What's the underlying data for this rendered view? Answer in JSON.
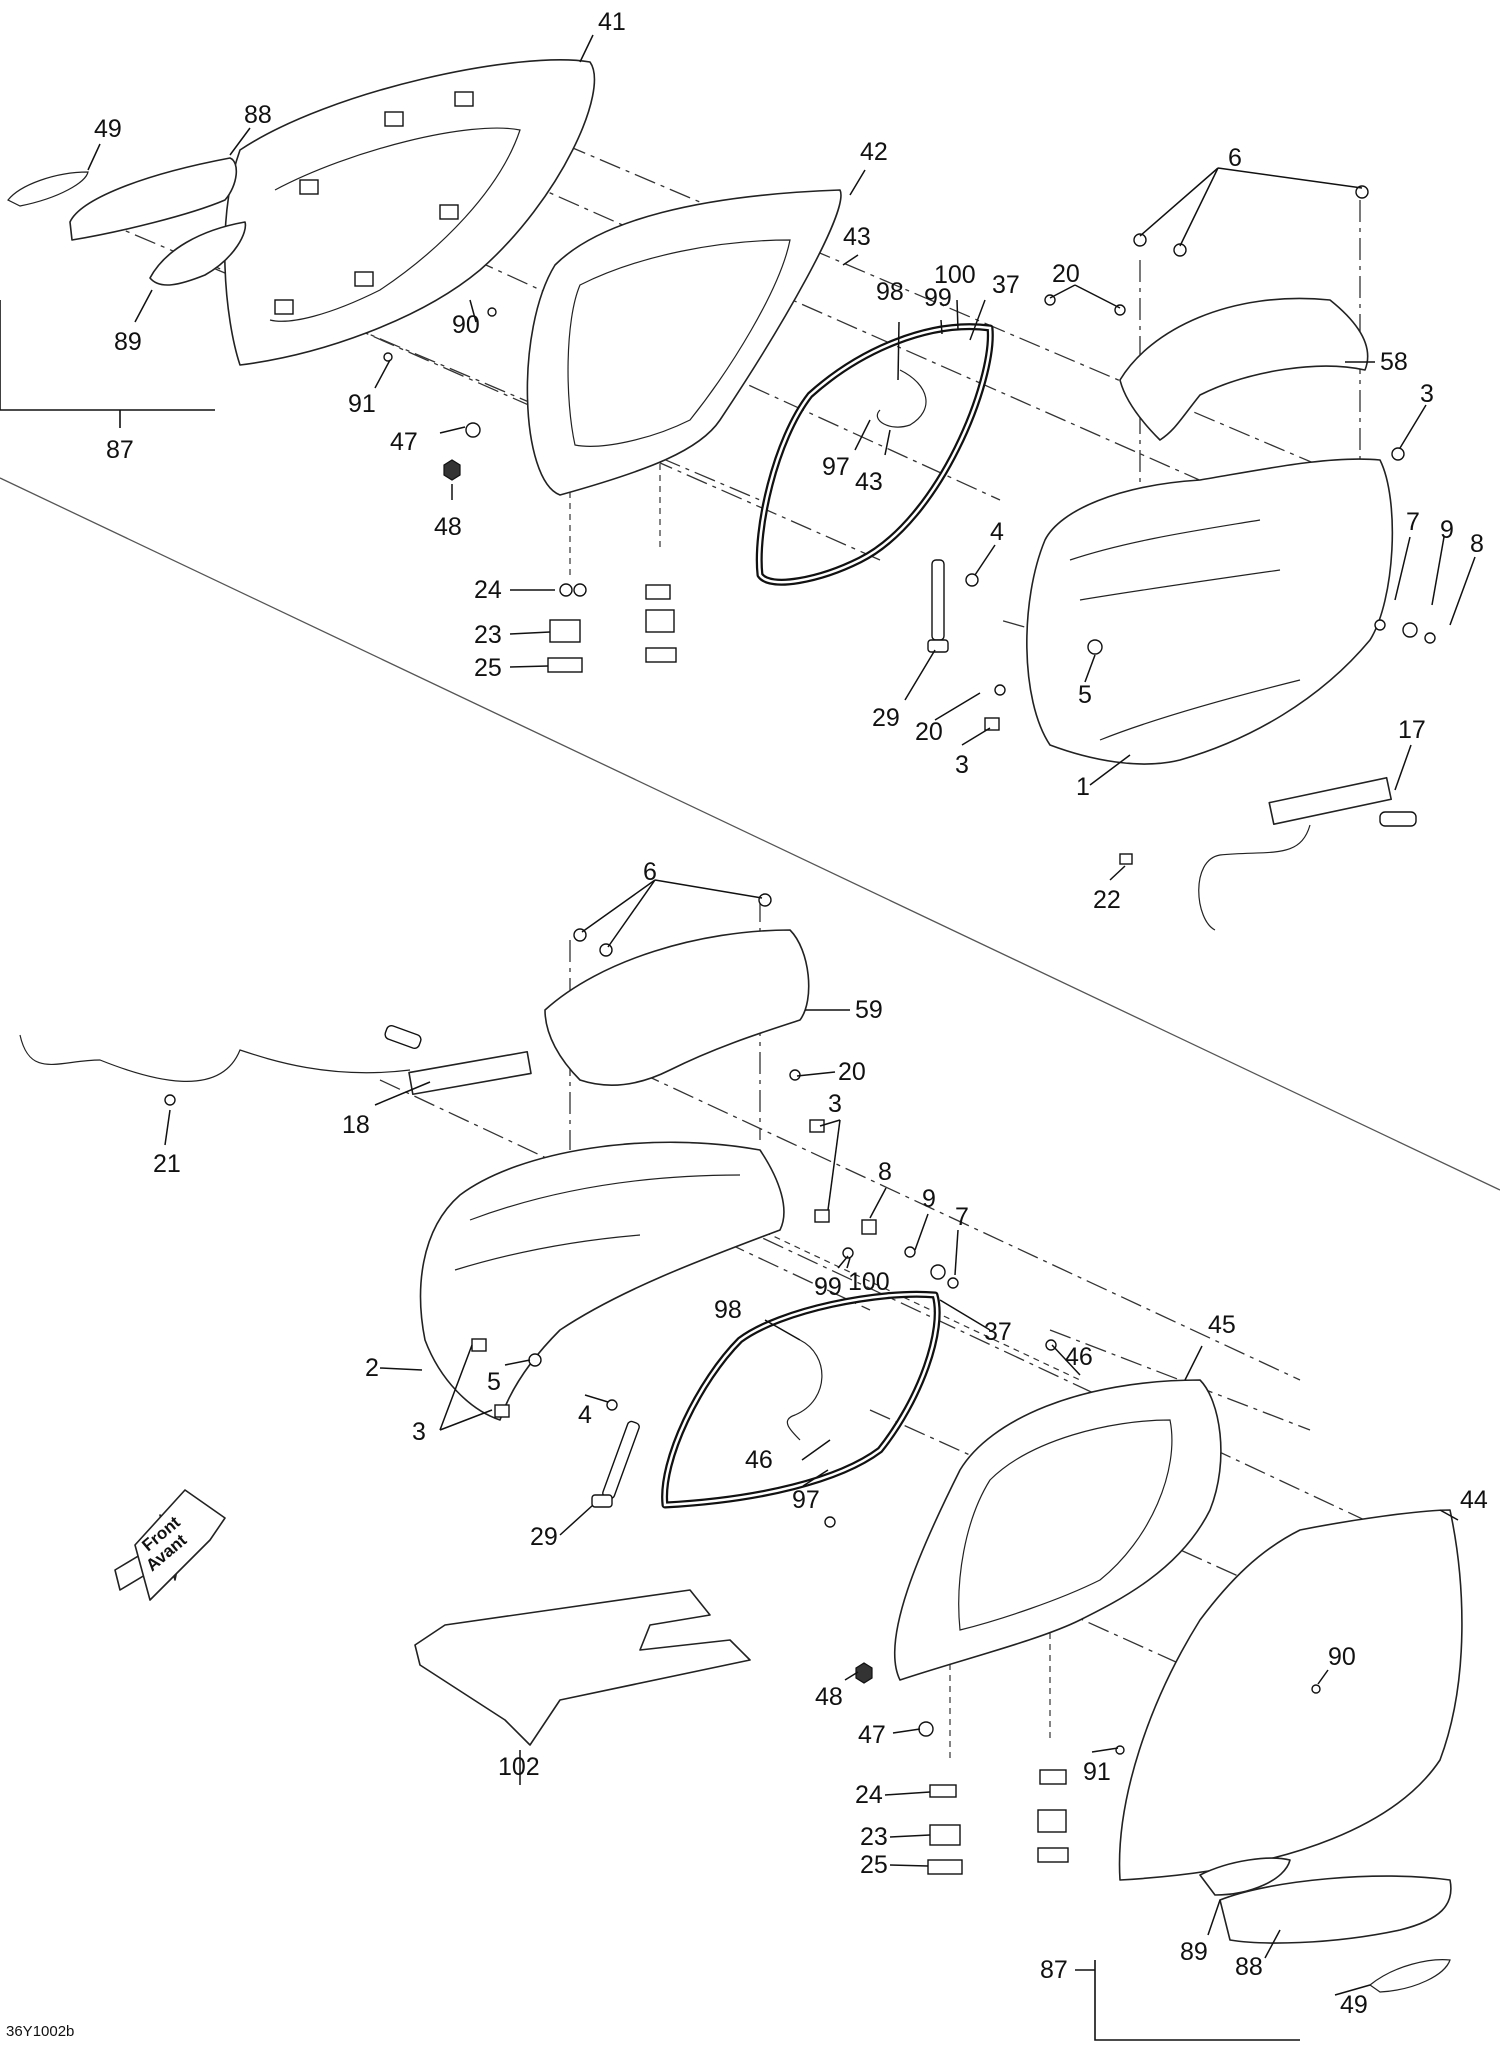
{
  "drawing_code": "36Y1002b",
  "front_arrow": {
    "line1": "Front",
    "line2": "Avant"
  },
  "callouts": {
    "top": [
      {
        "id": "t41",
        "text": "41"
      },
      {
        "id": "t49",
        "text": "49"
      },
      {
        "id": "t88",
        "text": "88"
      },
      {
        "id": "t89",
        "text": "89"
      },
      {
        "id": "t90",
        "text": "90"
      },
      {
        "id": "t91",
        "text": "91"
      },
      {
        "id": "t87",
        "text": "87"
      },
      {
        "id": "t42",
        "text": "42"
      },
      {
        "id": "t43a",
        "text": "43"
      },
      {
        "id": "t98",
        "text": "98"
      },
      {
        "id": "t100",
        "text": "100"
      },
      {
        "id": "t99",
        "text": "99"
      },
      {
        "id": "t37",
        "text": "37"
      },
      {
        "id": "t97",
        "text": "97"
      },
      {
        "id": "t43b",
        "text": "43"
      },
      {
        "id": "t47",
        "text": "47"
      },
      {
        "id": "t48",
        "text": "48"
      },
      {
        "id": "t24",
        "text": "24"
      },
      {
        "id": "t23",
        "text": "23"
      },
      {
        "id": "t25",
        "text": "25"
      },
      {
        "id": "t6",
        "text": "6"
      },
      {
        "id": "t20a",
        "text": "20"
      },
      {
        "id": "t58",
        "text": "58"
      },
      {
        "id": "t3a",
        "text": "3"
      },
      {
        "id": "t4",
        "text": "4"
      },
      {
        "id": "t7",
        "text": "7"
      },
      {
        "id": "t9",
        "text": "9"
      },
      {
        "id": "t8",
        "text": "8"
      },
      {
        "id": "t5",
        "text": "5"
      },
      {
        "id": "t29",
        "text": "29"
      },
      {
        "id": "t20b",
        "text": "20"
      },
      {
        "id": "t3b",
        "text": "3"
      },
      {
        "id": "t1",
        "text": "1"
      },
      {
        "id": "t17",
        "text": "17"
      },
      {
        "id": "t22",
        "text": "22"
      }
    ],
    "bottom": [
      {
        "id": "b6",
        "text": "6"
      },
      {
        "id": "b59",
        "text": "59"
      },
      {
        "id": "b20",
        "text": "20"
      },
      {
        "id": "b18",
        "text": "18"
      },
      {
        "id": "b21",
        "text": "21"
      },
      {
        "id": "b3a",
        "text": "3"
      },
      {
        "id": "b8",
        "text": "8"
      },
      {
        "id": "b9",
        "text": "9"
      },
      {
        "id": "b7",
        "text": "7"
      },
      {
        "id": "b99",
        "text": "99"
      },
      {
        "id": "b100",
        "text": "100"
      },
      {
        "id": "b98",
        "text": "98"
      },
      {
        "id": "b37",
        "text": "37"
      },
      {
        "id": "b2",
        "text": "2"
      },
      {
        "id": "b5",
        "text": "5"
      },
      {
        "id": "b4",
        "text": "4"
      },
      {
        "id": "b3b",
        "text": "3"
      },
      {
        "id": "b46a",
        "text": "46"
      },
      {
        "id": "b45",
        "text": "45"
      },
      {
        "id": "b46b",
        "text": "46"
      },
      {
        "id": "b97",
        "text": "97"
      },
      {
        "id": "b29",
        "text": "29"
      },
      {
        "id": "b44",
        "text": "44"
      },
      {
        "id": "b102",
        "text": "102"
      },
      {
        "id": "b90",
        "text": "90"
      },
      {
        "id": "b48",
        "text": "48"
      },
      {
        "id": "b47",
        "text": "47"
      },
      {
        "id": "b91",
        "text": "91"
      },
      {
        "id": "b24",
        "text": "24"
      },
      {
        "id": "b23",
        "text": "23"
      },
      {
        "id": "b25",
        "text": "25"
      },
      {
        "id": "b89",
        "text": "89"
      },
      {
        "id": "b88",
        "text": "88"
      },
      {
        "id": "b87",
        "text": "87"
      },
      {
        "id": "b49",
        "text": "49"
      }
    ]
  }
}
